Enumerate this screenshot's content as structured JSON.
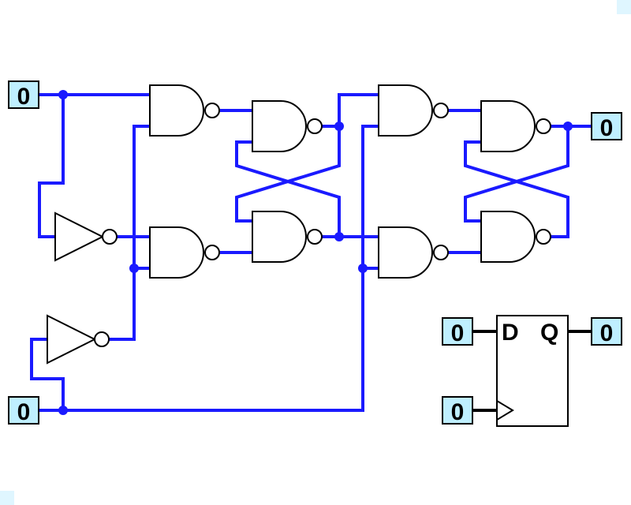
{
  "inputs": {
    "d": "0",
    "clk": "0"
  },
  "output": {
    "q": "0"
  },
  "symbol": {
    "d_in": "0",
    "clk_in": "0",
    "q_out": "0",
    "d_label": "D",
    "q_label": "Q"
  }
}
